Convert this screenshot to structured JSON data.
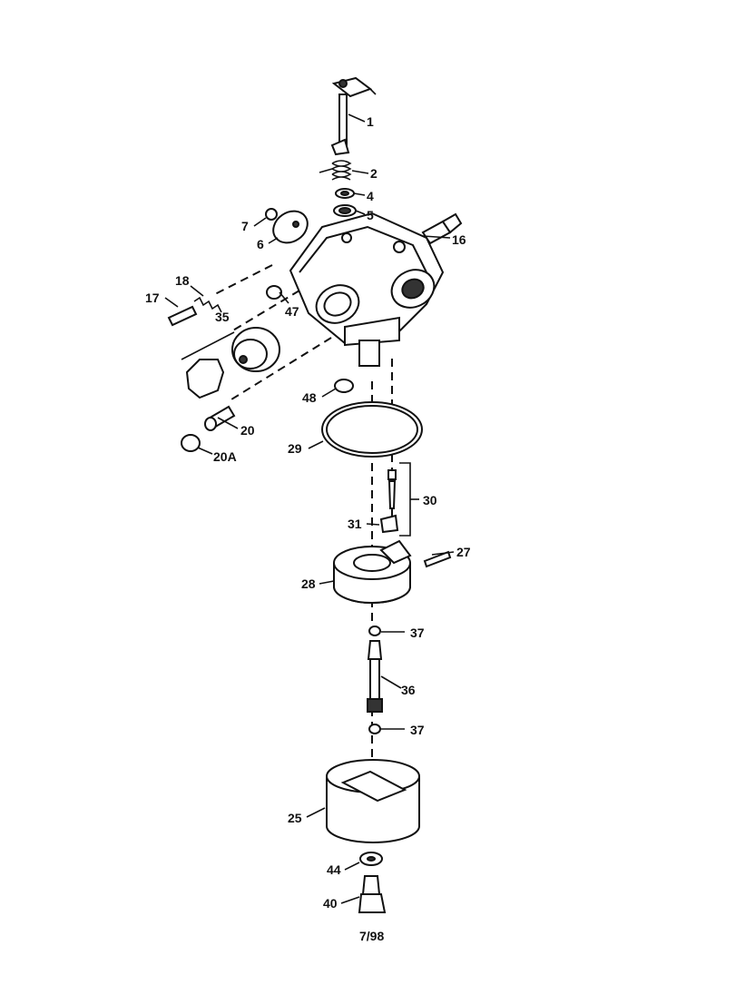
{
  "header": {
    "text": ""
  },
  "callouts": [
    {
      "id": "1",
      "label": "1"
    },
    {
      "id": "2",
      "label": "2"
    },
    {
      "id": "4",
      "label": "4"
    },
    {
      "id": "5",
      "label": "5"
    },
    {
      "id": "7",
      "label": "7"
    },
    {
      "id": "6",
      "label": "6"
    },
    {
      "id": "16",
      "label": "16"
    },
    {
      "id": "18",
      "label": "18"
    },
    {
      "id": "17",
      "label": "17"
    },
    {
      "id": "47",
      "label": "47"
    },
    {
      "id": "35",
      "label": "35"
    },
    {
      "id": "48",
      "label": "48"
    },
    {
      "id": "20",
      "label": "20"
    },
    {
      "id": "20a",
      "label": "20A"
    },
    {
      "id": "29",
      "label": "29"
    },
    {
      "id": "30",
      "label": "30"
    },
    {
      "id": "31",
      "label": "31"
    },
    {
      "id": "27",
      "label": "27"
    },
    {
      "id": "28",
      "label": "28"
    },
    {
      "id": "37a",
      "label": "37"
    },
    {
      "id": "36",
      "label": "36"
    },
    {
      "id": "37b",
      "label": "37"
    },
    {
      "id": "25",
      "label": "25"
    },
    {
      "id": "44",
      "label": "44"
    },
    {
      "id": "40",
      "label": "40"
    }
  ],
  "footer": {
    "date_code": "7/98"
  }
}
